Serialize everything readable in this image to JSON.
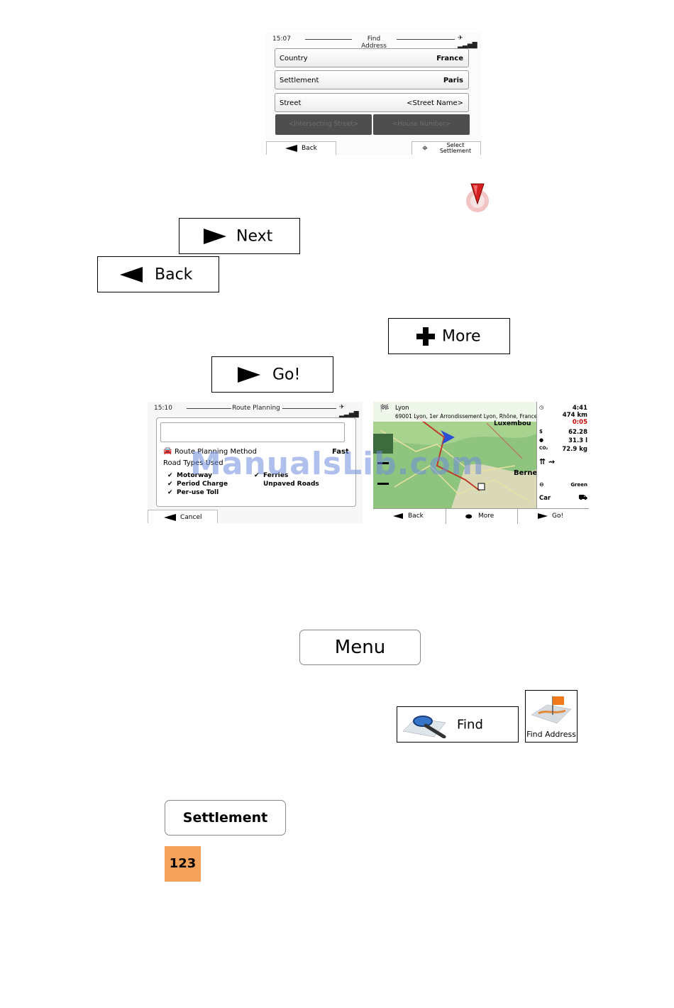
{
  "find_address_screen": {
    "time": "15:07",
    "title": "Find Address",
    "rows": [
      {
        "label": "Country",
        "value": "France"
      },
      {
        "label": "Settlement",
        "value": "Paris"
      },
      {
        "label": "Street",
        "value": "<Street Name>"
      }
    ],
    "disabled_buttons": [
      "<Intersecting Street>",
      "<House Number>"
    ],
    "back_label": "Back",
    "select_label": "Select Settlement"
  },
  "buttons": {
    "next": "Next",
    "back": "Back",
    "more": "More",
    "go": "Go!",
    "menu": "Menu",
    "find": "Find",
    "find_address_icon_label": "Find Address",
    "settlement": "Settlement"
  },
  "route_planning_screen": {
    "time": "15:10",
    "title": "Route Planning",
    "method_label": "Route Planning Method",
    "method_value": "Fast",
    "road_types_label": "Road Types Used",
    "road_types": [
      "Motorway",
      "Period Charge",
      "Per-use Toll"
    ],
    "road_types_right": [
      "Ferries",
      "Unpaved Roads"
    ],
    "cancel_label": "Cancel"
  },
  "map_screen": {
    "destination_city": "Lyon",
    "destination_address": "69001 Lyon, 1er Arrondissement Lyon, Rhône, France",
    "place_labels": [
      "Luxembou",
      "Berne"
    ],
    "time_value": "4:41",
    "distance_value": "474 km",
    "delay_value": "0:05",
    "cost_value": "62.28",
    "fuel_value": "31.3 l",
    "co2_value": "72.9 kg",
    "eco_label": "Green",
    "vehicle_label": "Car",
    "back_label": "Back",
    "more_label": "More",
    "go_label": "Go!"
  },
  "watermark": "ManualsLib.com",
  "page_number": "123",
  "colors": {
    "page_badge": "#f4a259",
    "map_route": "#c0392b",
    "map_green": "#8fc47f"
  }
}
